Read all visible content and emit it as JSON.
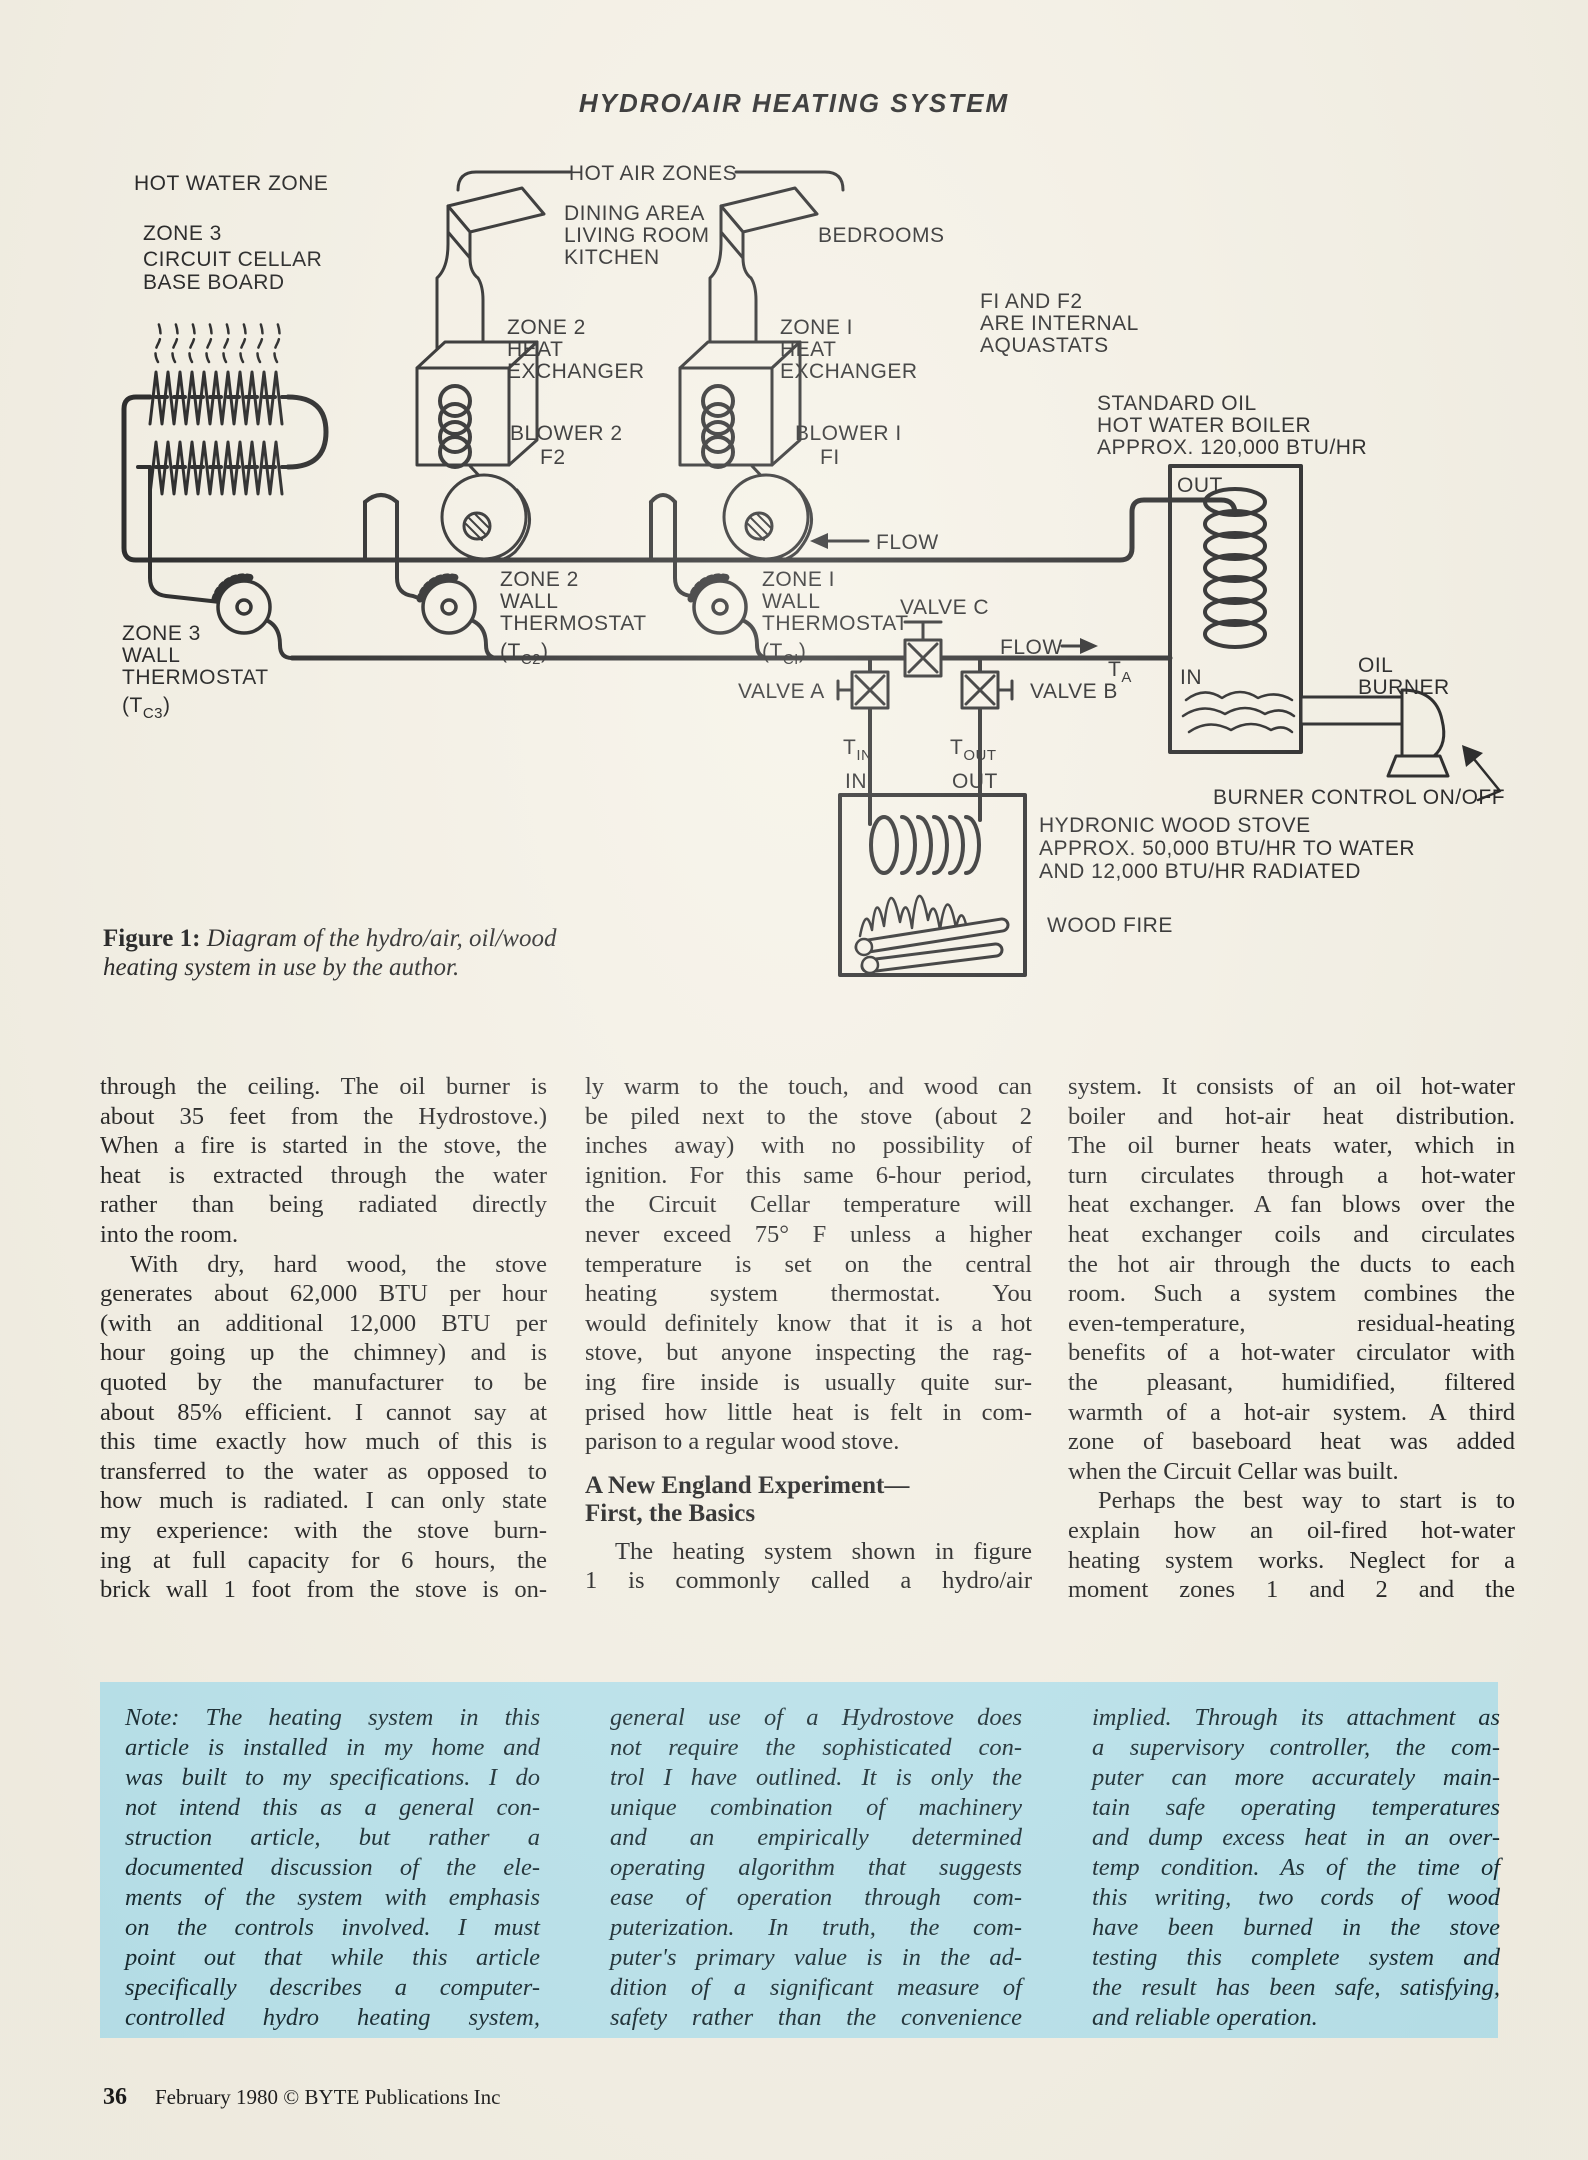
{
  "header": {
    "title": "HYDRO/AIR HEATING SYSTEM"
  },
  "figure": {
    "caption_label": "Figure 1:",
    "caption_line1": "Diagram of the hydro/air, oil/wood",
    "caption_line2": "heating system in use by the author."
  },
  "diagram": {
    "labels": {
      "hot_water_zone": "HOT WATER ZONE",
      "zone3_l1": "ZONE 3",
      "zone3_l2": "CIRCUIT CELLAR",
      "zone3_l3": "BASE BOARD",
      "hot_air_zones": "HOT AIR ZONES",
      "rooms2_l1": "DINING AREA",
      "rooms2_l2": "LIVING ROOM",
      "rooms2_l3": "KITCHEN",
      "rooms1": "BEDROOMS",
      "z2hx_l1": "ZONE 2",
      "z2hx_l2": "HEAT",
      "z2hx_l3": "EXCHANGER",
      "z1hx_l1": "ZONE I",
      "z1hx_l2": "HEAT",
      "z1hx_l3": "EXCHANGER",
      "aqua_l1": "FI AND F2",
      "aqua_l2": "ARE INTERNAL",
      "aqua_l3": "AQUASTATS",
      "blower2": "BLOWER 2",
      "f2": "F2",
      "blower1": "BLOWER I",
      "f1": "FI",
      "boiler_l1": "STANDARD OIL",
      "boiler_l2": "HOT WATER BOILER",
      "boiler_l3": "APPROX. 120,000 BTU/HR",
      "out_boiler": "OUT",
      "in_boiler": "IN",
      "flow_return": "FLOW",
      "flow_supply": "FLOW",
      "z3t_l1": "ZONE 3",
      "z3t_l2": "WALL",
      "z3t_l3": "THERMOSTAT",
      "z2t_l1": "ZONE 2",
      "z2t_l2": "WALL",
      "z2t_l3": "THERMOSTAT",
      "z1t_l1": "ZONE I",
      "z1t_l2": "WALL",
      "z1t_l3": "THERMOSTAT",
      "tc3_pre": "(T",
      "tc3_sub": "C3",
      "tc3_post": ")",
      "tc2_pre": "(T",
      "tc2_sub": "C2",
      "tc2_post": ")",
      "tc1_pre": "(T",
      "tc1_sub": "CI",
      "tc1_post": ")",
      "valve_a": "VALVE A",
      "valve_b": "VALVE B",
      "valve_c": "VALVE C",
      "ta_pre": "T",
      "ta_sub": "A",
      "tin_pre": "T",
      "tin_sub": "IN",
      "tout_pre": "T",
      "tout_sub": "OUT",
      "in_stove": "IN",
      "out_stove": "OUT",
      "oil_l1": "OIL",
      "oil_l2": "BURNER",
      "burner_control": "BURNER CONTROL  ON/OFF",
      "stove_l1": "HYDRONIC WOOD STOVE",
      "stove_l2": "APPROX. 50,000 BTU/HR TO WATER",
      "stove_l3": "AND 12,000 BTU/HR RADIATED",
      "wood_fire": "WOOD FIRE"
    }
  },
  "article": {
    "columns": [
      {
        "blocks": [
          {
            "style": "p",
            "indent": false,
            "end": true,
            "lines": [
              "through the ceiling. The oil burner is",
              "about 35 feet from the Hydrostove.)",
              "When a fire is started in the stove, the",
              "heat is extracted through the water",
              "rather than being radiated directly",
              "into the room."
            ]
          },
          {
            "style": "p",
            "indent": true,
            "end": false,
            "lines": [
              "With dry, hard wood, the stove",
              "generates about 62,000 BTU per hour",
              "(with an additional 12,000 BTU per",
              "hour going up the chimney) and is",
              "quoted by the manufacturer to be",
              "about 85% efficient. I cannot say at",
              "this time exactly how much of this is",
              "transferred to the water as opposed to",
              "how much is radiated. I can only state",
              "my experience: with the stove burn-",
              "ing at full capacity for 6 hours, the",
              "brick wall 1 foot from the stove is on-"
            ]
          }
        ]
      },
      {
        "blocks": [
          {
            "style": "p",
            "indent": false,
            "end": true,
            "lines": [
              "ly warm to the touch, and wood can",
              "be piled next to the stove (about 2",
              "inches away) with no possibility of",
              "ignition. For this same 6-hour period,",
              "the Circuit Cellar temperature will",
              "never exceed 75° F unless a higher",
              "temperature is set on the central",
              "heating system thermostat. You",
              "would definitely know that it is a hot",
              "stove, but anyone inspecting the rag-",
              "ing fire inside is usually quite sur-",
              "prised how little heat is felt in com-",
              "parison to a regular wood stove."
            ]
          },
          {
            "style": "h",
            "lines": [
              "A New England Experiment—",
              "First, the Basics"
            ]
          },
          {
            "style": "p",
            "indent": true,
            "end": false,
            "lines": [
              "The heating system shown in figure",
              "1 is commonly called a hydro/air"
            ]
          }
        ]
      },
      {
        "blocks": [
          {
            "style": "p",
            "indent": false,
            "end": true,
            "lines": [
              "system. It consists of an oil hot-water",
              "boiler and hot-air heat distribution.",
              "The oil burner heats water, which in",
              "turn circulates through a hot-water",
              "heat exchanger. A fan blows over the",
              "heat exchanger coils and circulates",
              "the hot air through the ducts to each",
              "room. Such a system combines the",
              "even-temperature, residual-heating",
              "benefits of a hot-water circulator with",
              "the pleasant, humidified, filtered",
              "warmth of a hot-air system. A third",
              "zone of baseboard heat was added",
              "when the Circuit Cellar was built."
            ]
          },
          {
            "style": "p",
            "indent": true,
            "end": false,
            "lines": [
              "Perhaps the best way to start is to",
              "explain how an oil-fired  hot-water",
              "heating system works. Neglect for a",
              "moment zones 1 and 2 and the"
            ]
          }
        ]
      }
    ]
  },
  "note": {
    "columns": [
      {
        "blocks": [
          {
            "style": "p",
            "indent": false,
            "end": false,
            "lines": [
              "Note: The heating system in this",
              "article is installed in my home and",
              "was built to my specifications. I do",
              "not intend this as a general con-",
              "struction article, but rather a",
              "documented discussion of the ele-",
              "ments of the system with emphasis",
              "on the controls involved. I must",
              "point out that while this article",
              "specifically describes a computer-",
              "controlled hydro heating system,"
            ]
          }
        ]
      },
      {
        "blocks": [
          {
            "style": "p",
            "indent": false,
            "end": false,
            "lines": [
              "general use of a Hydrostove does",
              "not require the sophisticated con-",
              "trol I have outlined. It is only the",
              "unique combination of machinery",
              "and an empirically determined",
              "operating algorithm that suggests",
              "ease of operation through com-",
              "puterization. In truth, the com-",
              "puter's primary value is in the ad-",
              "dition of a significant measure of",
              "safety rather than the convenience"
            ]
          }
        ]
      },
      {
        "blocks": [
          {
            "style": "p",
            "indent": false,
            "end": true,
            "lines": [
              "implied. Through its attachment as",
              "a supervisory controller, the com-",
              "puter can more accurately main-",
              "tain safe operating temperatures",
              "and dump excess heat in an over-",
              "temp condition. As of the time of",
              "this writing, two cords of wood",
              "have been burned in the stove",
              "testing this complete system and",
              "the result has been safe, satisfying,",
              "and reliable operation."
            ]
          }
        ]
      }
    ]
  },
  "footer": {
    "page_number": "36",
    "credit": "February 1980 © BYTE Publications Inc"
  }
}
